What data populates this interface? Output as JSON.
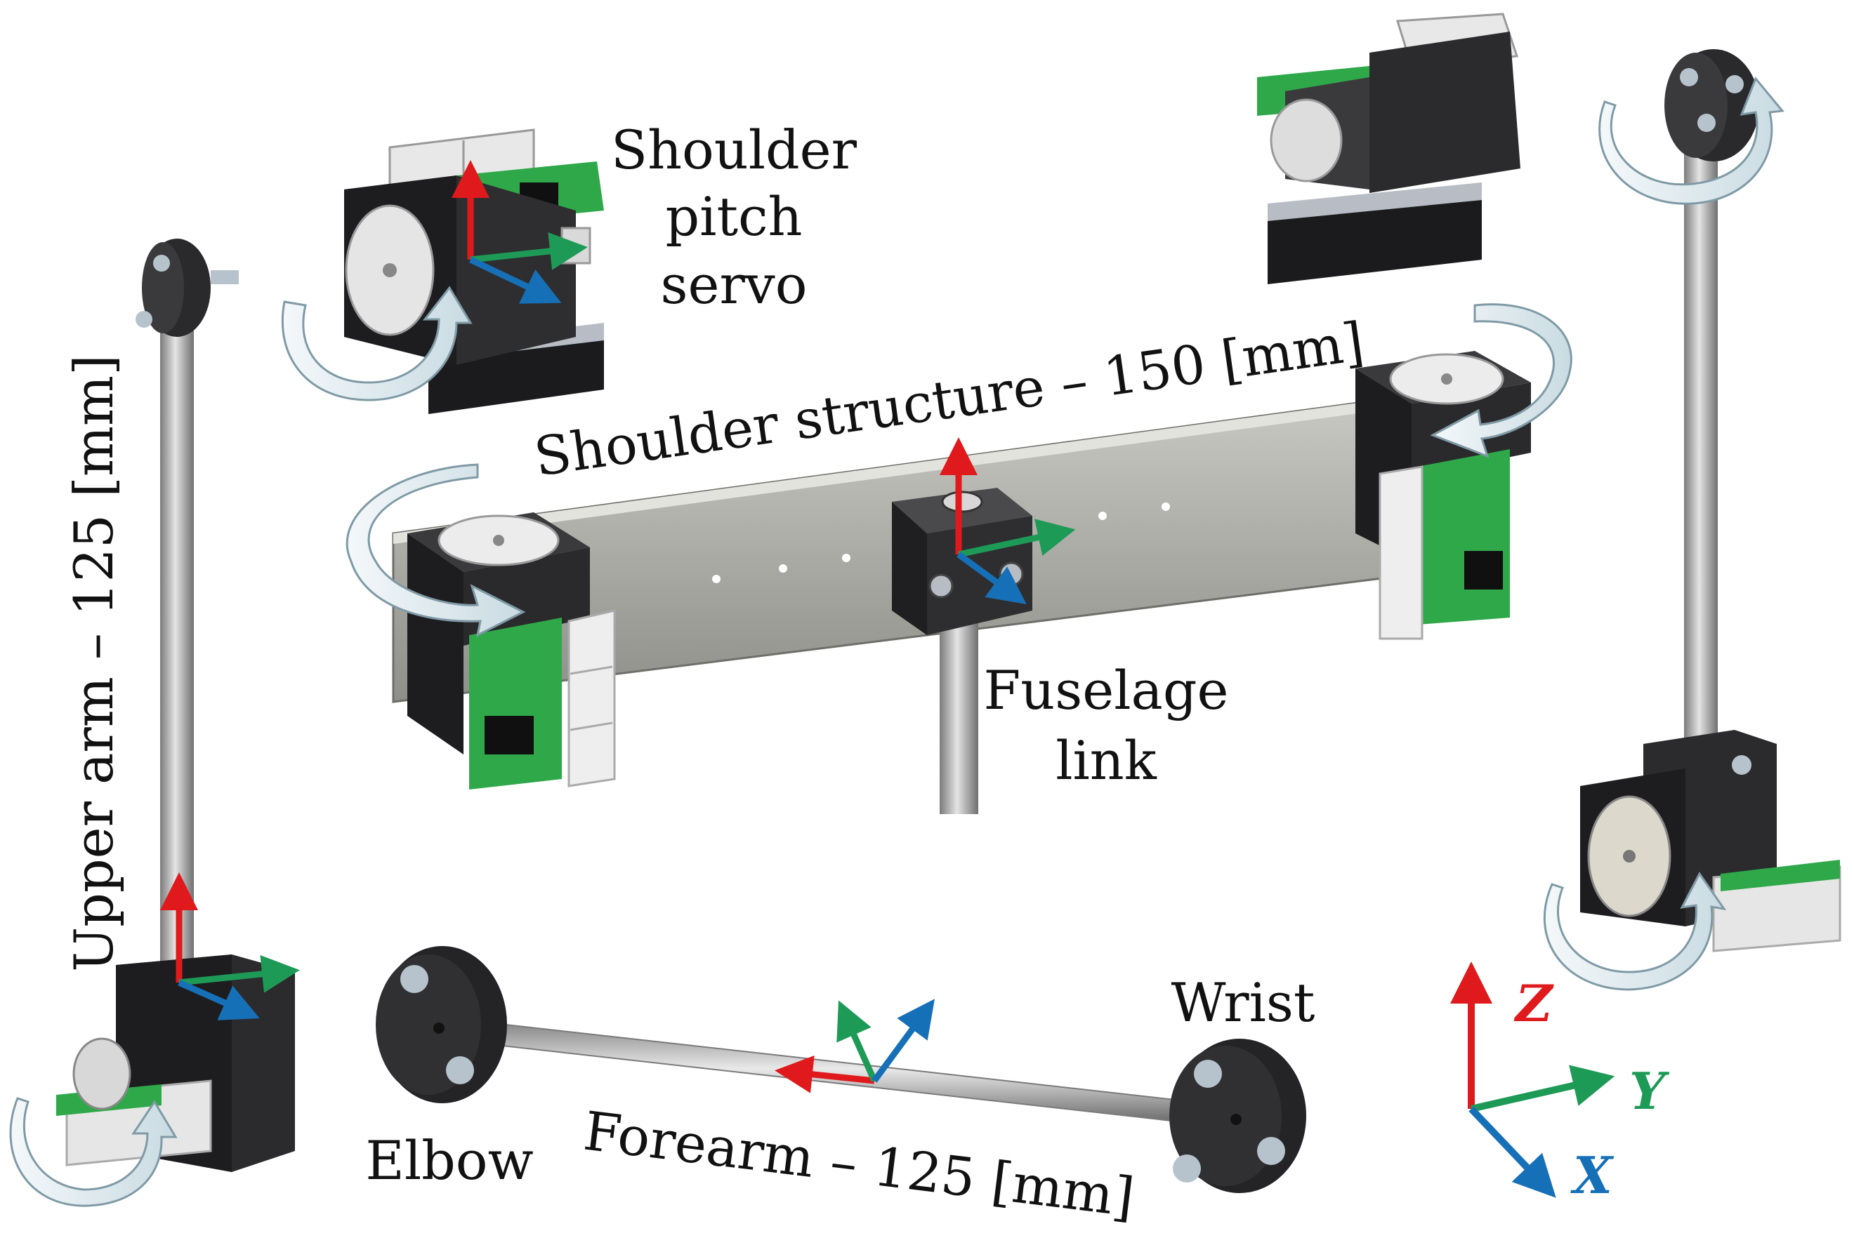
{
  "labels": {
    "shoulder_pitch_servo": [
      "Shoulder",
      "pitch",
      "servo"
    ],
    "shoulder_structure": "Shoulder structure – 150 [mm]",
    "upper_arm": "Upper arm – 125 [mm]",
    "fuselage_link": [
      "Fuselage",
      "link"
    ],
    "elbow": "Elbow",
    "wrist": "Wrist",
    "forearm": "Forearm – 125 [mm]"
  },
  "axes_legend": {
    "z": "Z",
    "y": "Y",
    "x": "X"
  },
  "colors": {
    "z_axis": "#e0191c",
    "y_axis": "#1e9a57",
    "x_axis": "#1670b8",
    "servo_body": "#2e2e30",
    "pcb": "#2fa84a",
    "beam": "#a9a9a3",
    "rod": "#a8a8a8",
    "rotation_arrow": "#d9e6ea"
  },
  "icons": [
    "rotation-arrow-icon",
    "servo-motor-icon",
    "coordinate-frame-icon"
  ]
}
